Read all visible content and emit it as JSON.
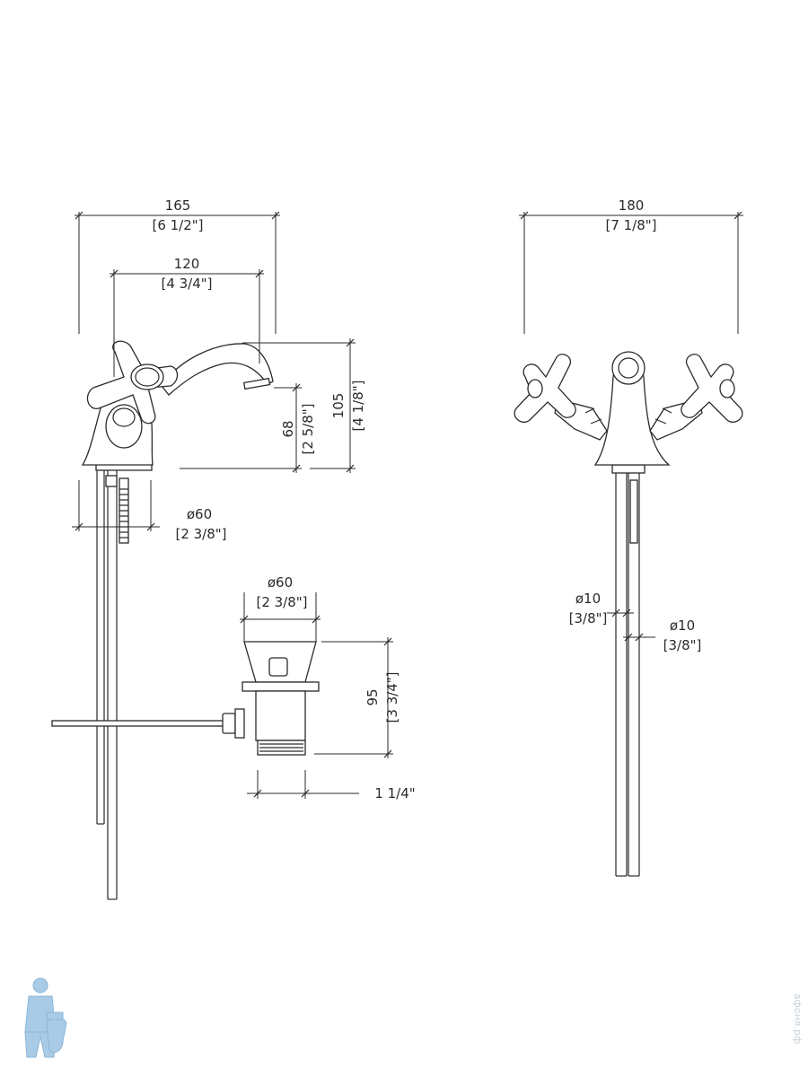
{
  "side_view": {
    "width_overall": {
      "mm": "165",
      "inch": "[6 1/2\"]"
    },
    "spout_reach": {
      "mm": "120",
      "inch": "[4 3/4\"]"
    },
    "height_overall": {
      "mm": "105",
      "inch": "[4 1/8\"]"
    },
    "spout_height": {
      "mm": "68",
      "inch": "[2 5/8\"]"
    },
    "base_diameter": {
      "mm": "ø60",
      "inch": "[2 3/8\"]"
    }
  },
  "drain_view": {
    "flange_diameter": {
      "mm": "ø60",
      "inch": "[2 3/8\"]"
    },
    "height": {
      "mm": "95",
      "inch": "[3 3/4\"]"
    },
    "thread": "1 1/4\""
  },
  "front_view": {
    "width_overall": {
      "mm": "180",
      "inch": "[7 1/8\"]"
    },
    "hose_diameter_1": {
      "mm": "ø10",
      "inch": "[3/8\"]"
    },
    "hose_diameter_2": {
      "mm": "ø10",
      "inch": "[3/8\"]"
    }
  },
  "watermark": "афоня.рф"
}
